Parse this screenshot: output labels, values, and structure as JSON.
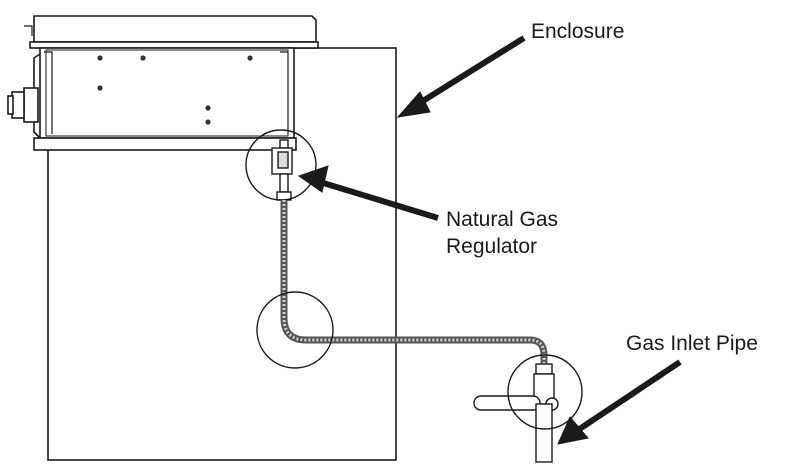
{
  "labels": {
    "enclosure": "Enclosure",
    "regulator_line1": "Natural Gas",
    "regulator_line2": "Regulator",
    "inlet": "Gas Inlet Pipe"
  },
  "colors": {
    "line": "#1a1a1a",
    "pipe": "#6b6b6b",
    "background": "#ffffff"
  }
}
